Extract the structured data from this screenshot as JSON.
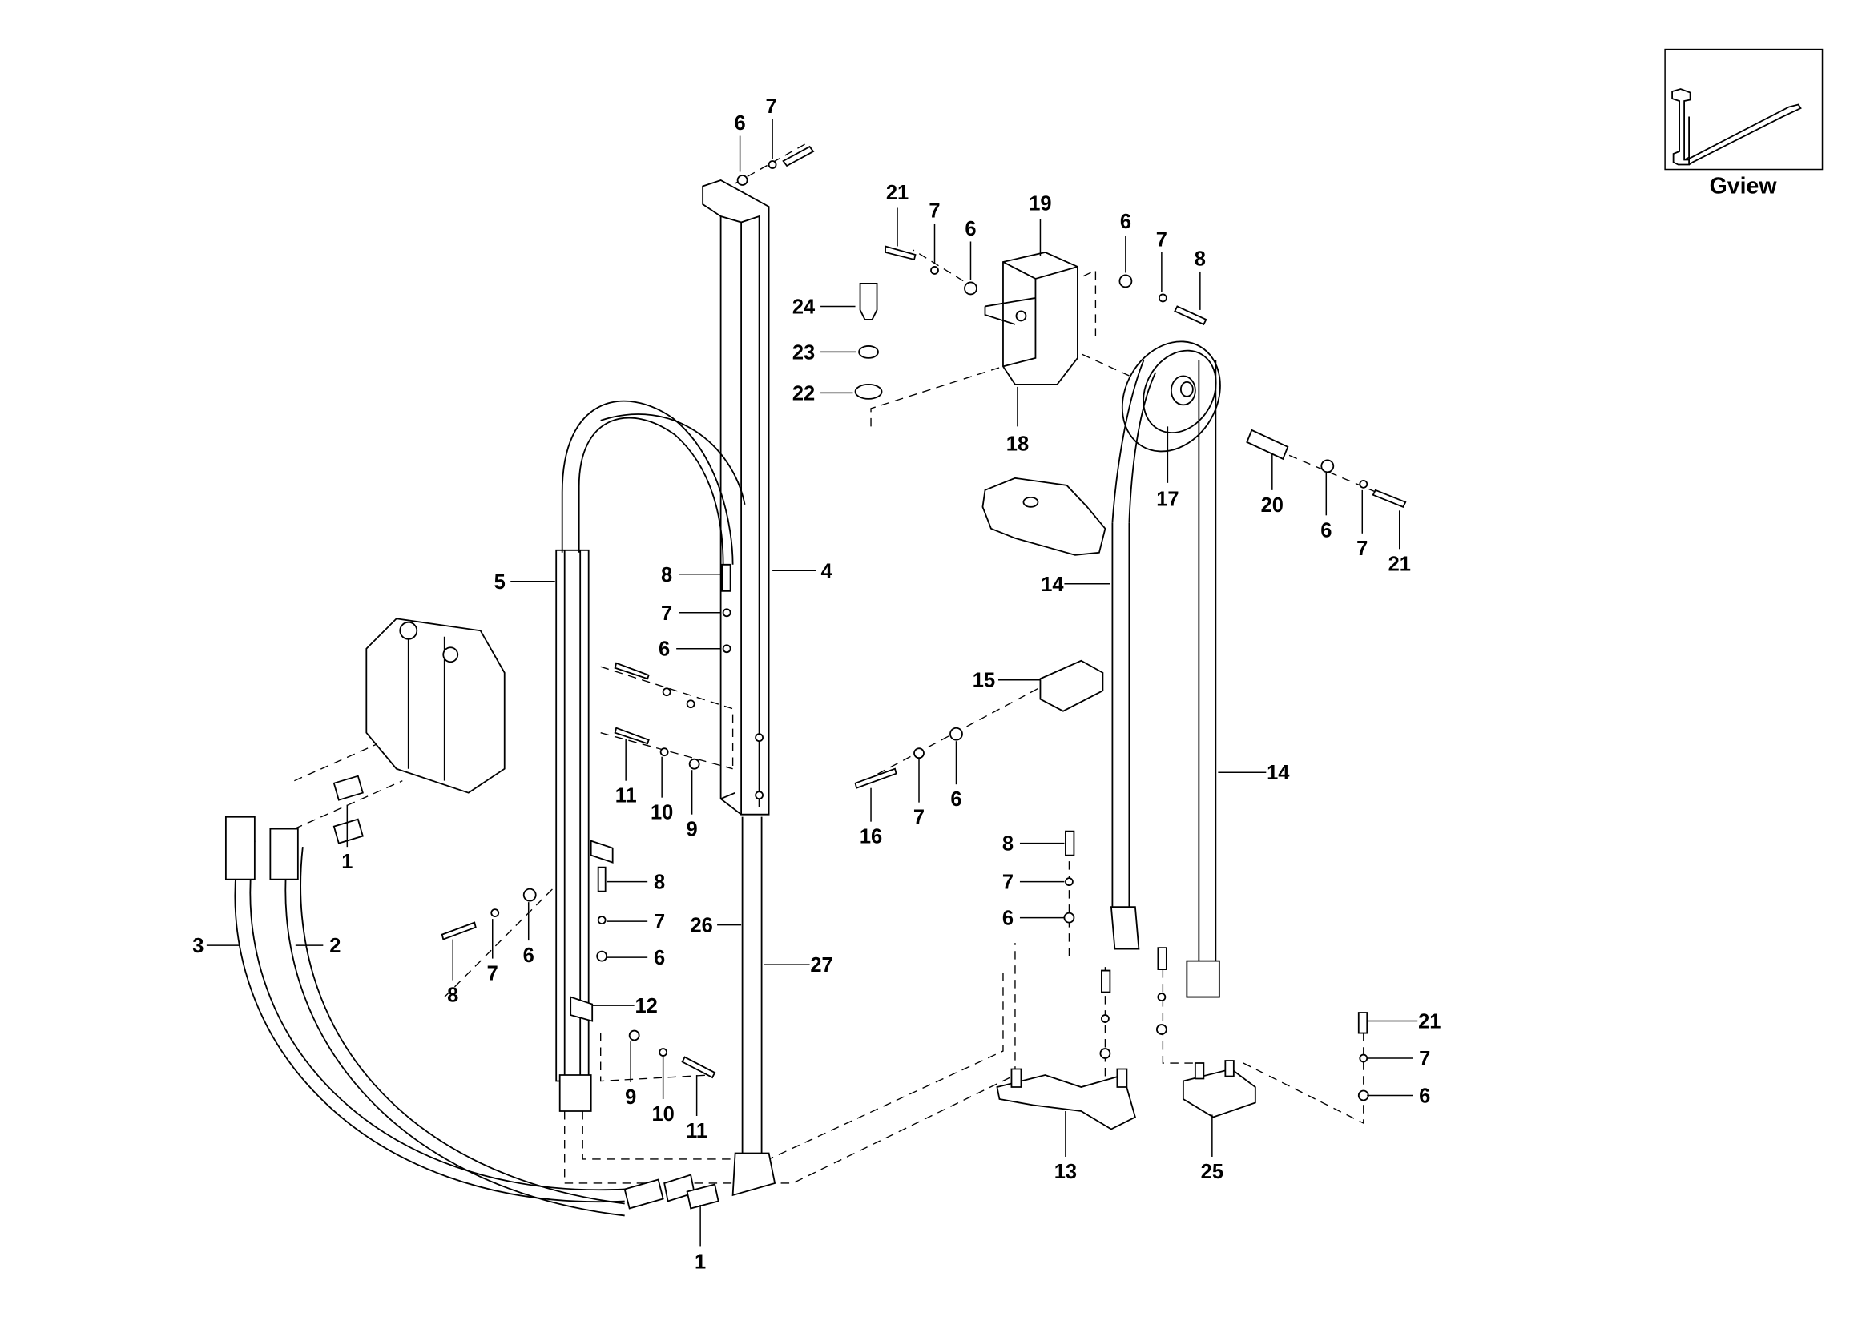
{
  "gview": {
    "label": "Gview"
  },
  "callouts": [
    "6",
    "7",
    "21",
    "7",
    "6",
    "19",
    "6",
    "7",
    "8",
    "24",
    "23",
    "22",
    "18",
    "17",
    "20",
    "6",
    "7",
    "21",
    "5",
    "4",
    "8",
    "7",
    "6",
    "14",
    "15",
    "11",
    "10",
    "9",
    "16",
    "7",
    "6",
    "14",
    "1",
    "8",
    "7",
    "6",
    "26",
    "27",
    "3",
    "2",
    "8",
    "7",
    "6",
    "12",
    "8",
    "7",
    "6",
    "21",
    "7",
    "6",
    "9",
    "10",
    "11",
    "13",
    "25",
    "1"
  ]
}
